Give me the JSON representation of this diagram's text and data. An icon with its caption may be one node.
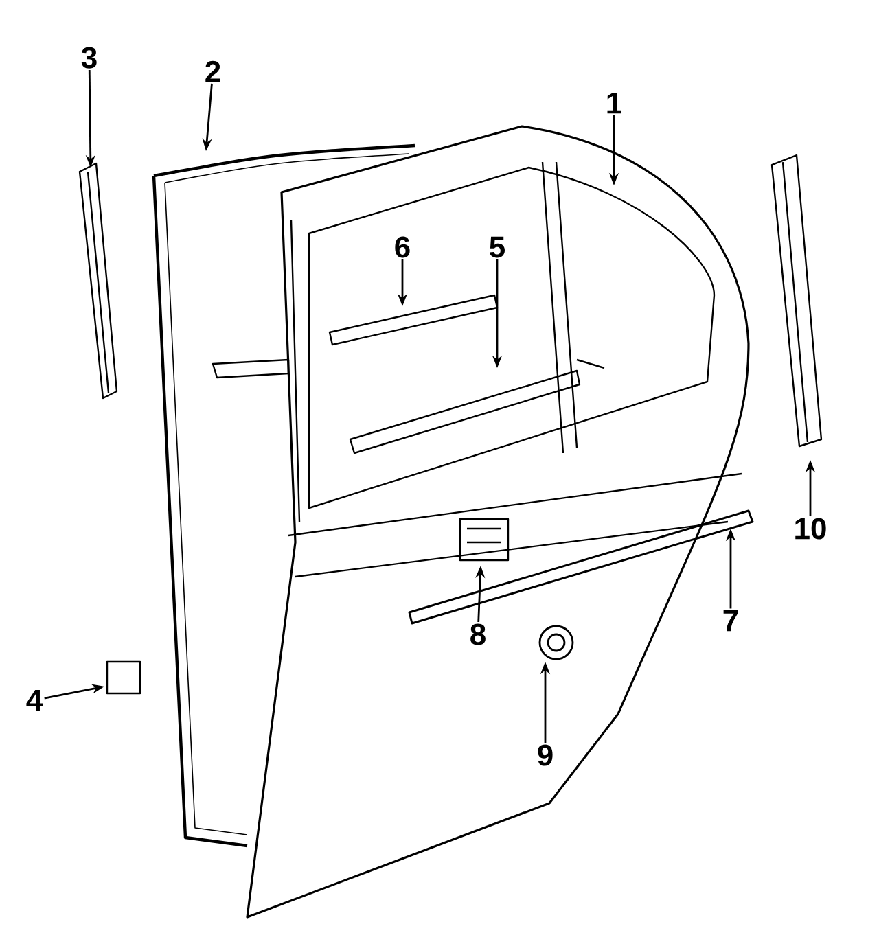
{
  "diagram": {
    "nodes": [
      {
        "text": [
          "3"
        ]
      },
      {
        "text": [
          "2"
        ]
      },
      {
        "text": [
          "1"
        ]
      },
      {
        "text": [
          "6"
        ]
      },
      {
        "text": [
          "5"
        ]
      },
      {
        "text": [
          "10"
        ]
      },
      {
        "text": [
          "7"
        ]
      },
      {
        "text": [
          "8"
        ]
      },
      {
        "text": [
          "4"
        ]
      },
      {
        "text": [
          "9"
        ]
      }
    ],
    "edges": [
      {
        "from": 0,
        "to": null,
        "arrow": "to"
      },
      {
        "from": 1,
        "to": null,
        "arrow": "to"
      },
      {
        "from": 2,
        "to": null,
        "arrow": "to"
      },
      {
        "from": 3,
        "to": null,
        "arrow": "to"
      },
      {
        "from": 4,
        "to": null,
        "arrow": "to"
      },
      {
        "from": 5,
        "to": null,
        "arrow": "to"
      },
      {
        "from": 6,
        "to": null,
        "arrow": "to"
      },
      {
        "from": 7,
        "to": null,
        "arrow": "to"
      },
      {
        "from": 8,
        "to": null,
        "arrow": "to"
      },
      {
        "from": 9,
        "to": null,
        "arrow": "to"
      }
    ]
  }
}
